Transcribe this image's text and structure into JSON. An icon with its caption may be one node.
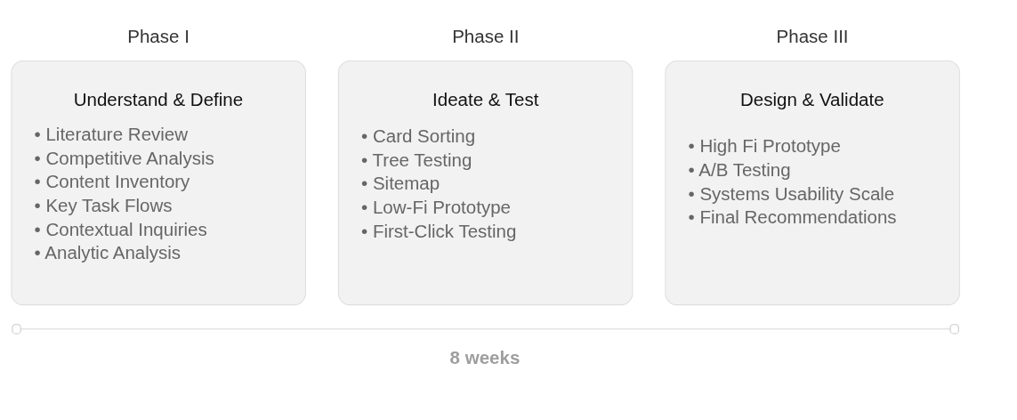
{
  "diagram": {
    "nodes": [
      {
        "text": [
          "Phase I",
          "Understand & Define",
          "• Literature Review",
          "• Competitive Analysis",
          "• Content Inventory",
          "• Key Task Flows",
          "• Contextual Inquiries",
          "• Analytic Analysis"
        ]
      },
      {
        "text": [
          "Phase II",
          "Ideate & Test",
          "• Card Sorting",
          "• Tree Testing",
          "• Sitemap",
          "• Low-Fi Prototype",
          "• First-Click Testing"
        ]
      },
      {
        "text": [
          "Phase III",
          "Design & Validate",
          "• High Fi Prototype",
          "• A/B Testing",
          "• Systems Usability Scale",
          "• Final Recommendations"
        ]
      }
    ],
    "labels": [
      "8 weeks"
    ]
  }
}
